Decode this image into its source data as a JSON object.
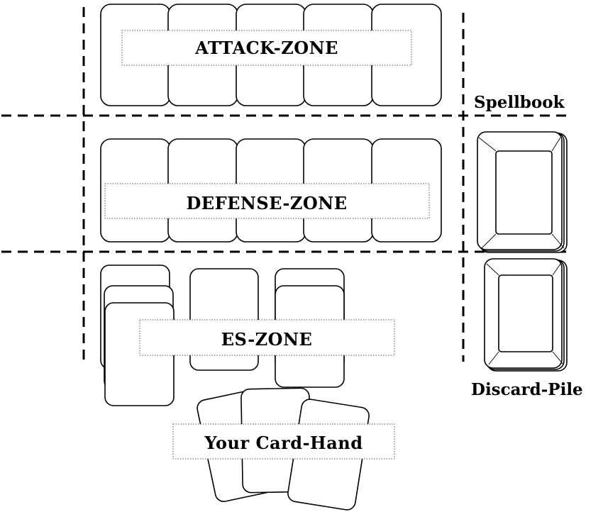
{
  "zones": {
    "attack": "ATTACK-ZONE",
    "defense": "DEFENSE-ZONE",
    "es": "ES-ZONE",
    "hand": "Your Card-Hand"
  },
  "piles": {
    "spellbook": "Spellbook",
    "discard": "Discard-Pile"
  },
  "colors": {
    "ink": "#000000",
    "background": "#ffffff",
    "label_border": "#555555"
  }
}
